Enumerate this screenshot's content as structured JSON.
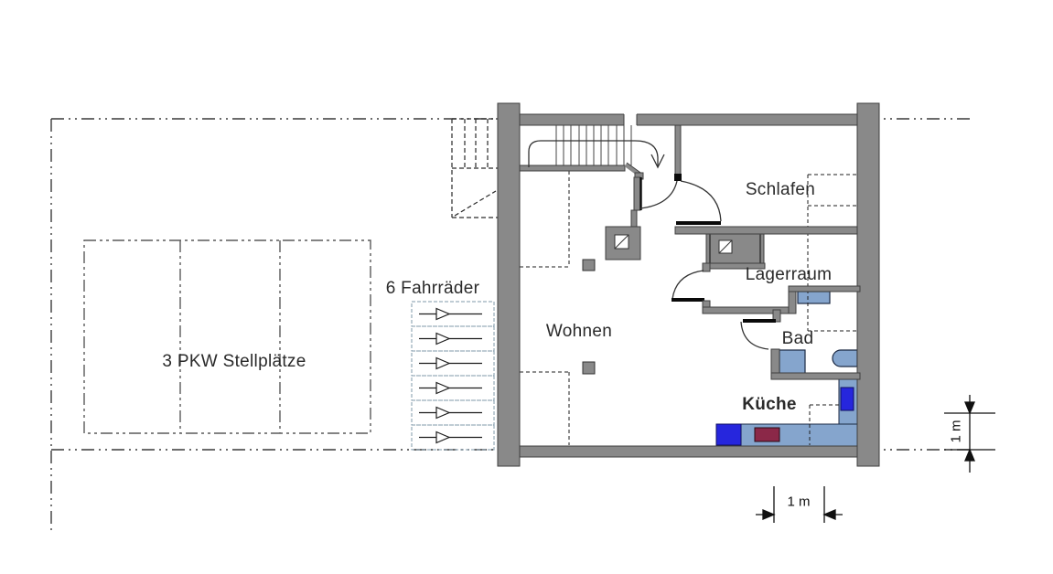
{
  "plan": {
    "title_labels": {
      "parking": "3 PKW Stellplätze",
      "bikes": "6 Fahrräder",
      "living": "Wohnen",
      "sleeping": "Schlafen",
      "storage": "Lagerraum",
      "bath": "Bad",
      "kitchen": "Küche"
    },
    "counts": {
      "parking_spaces": 3,
      "bike_spaces": 6
    },
    "dimensions": {
      "horizontal_scale": "1 m",
      "vertical_scale": "1 m"
    },
    "icons": {
      "stair-direction-arrow": "curved arrow with open V head pointing down",
      "flue-icon": "white square with diagonal line (chimney flue)",
      "bike-slot-icon": "horizontal line with open right-pointing triangle",
      "dimension-arrow": "solid black triangle"
    },
    "colors": {
      "wall_gray": "#898989",
      "fixture_light_blue": "#85a5cd",
      "appliance_dark_blue": "#2626dd",
      "stove_maroon": "#8b2848",
      "bike_rack_dash": "#7f98aa"
    }
  }
}
